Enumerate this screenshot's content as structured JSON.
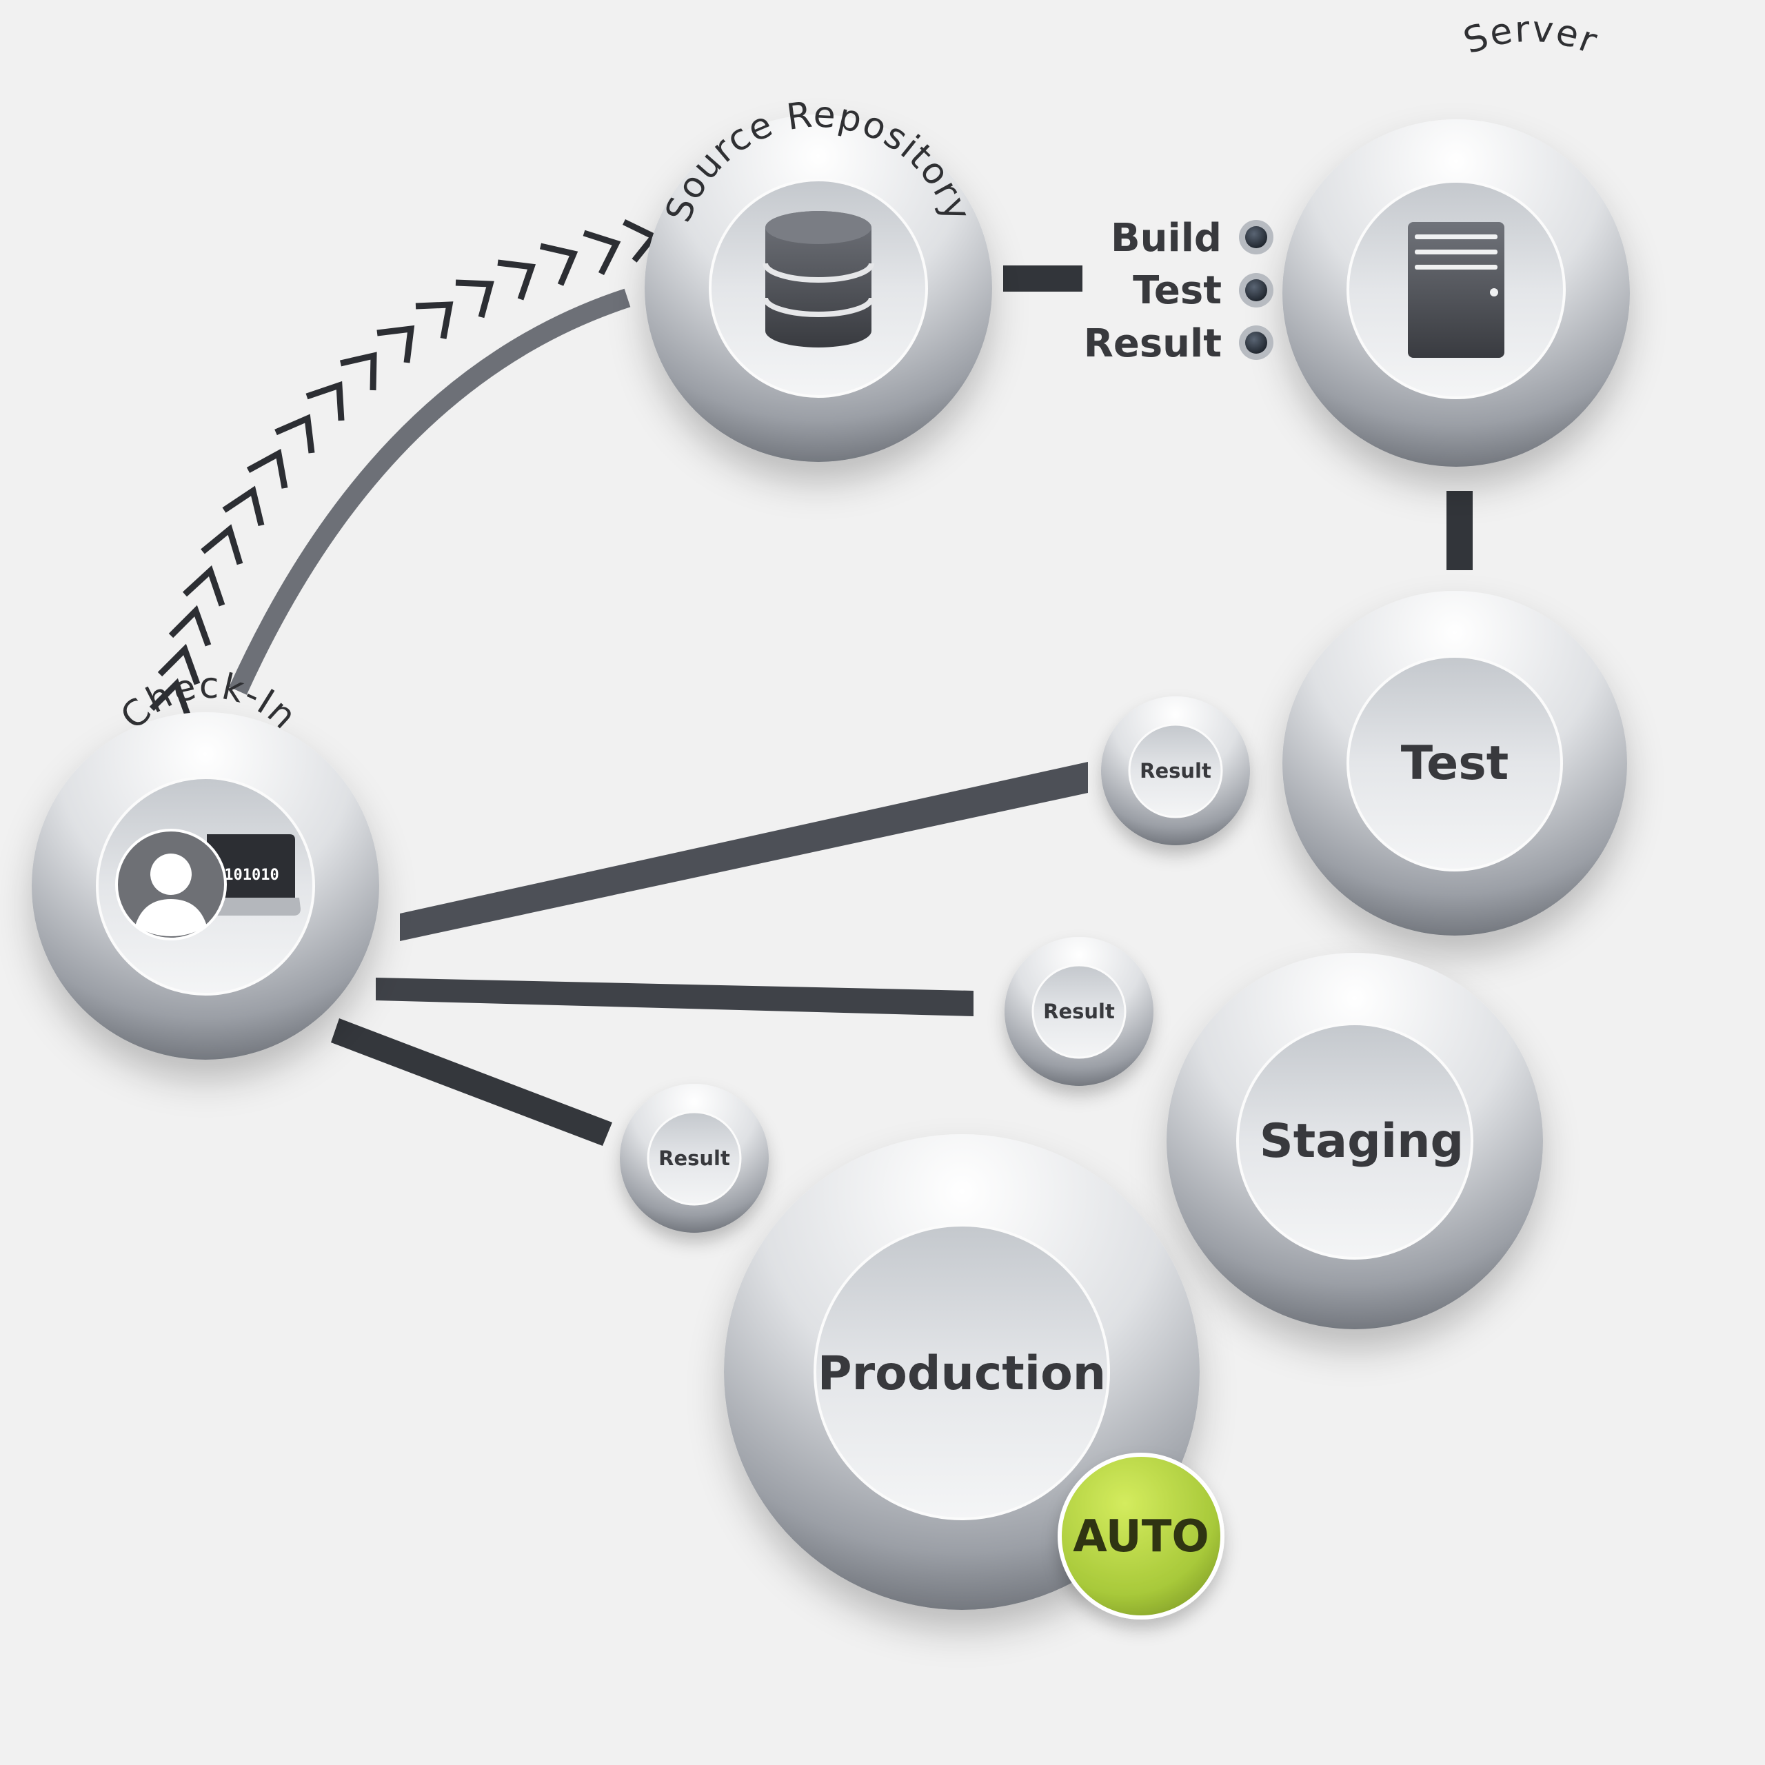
{
  "background": "#f1f1f1",
  "colors": {
    "text": "#38393d",
    "connector_dark": "#2a2c31",
    "connector_light": "#a2a5ad",
    "auto_badge": "#a6c83a",
    "status_dot": "#2c3440"
  },
  "nodes": {
    "check_in": {
      "label": "Check-In",
      "icon": "user-laptop-icon",
      "binary": "101010"
    },
    "source_repository": {
      "label": "Source Repository",
      "icon": "database-icon"
    },
    "server": {
      "label": "Server",
      "icon": "server-tower-icon",
      "steps": [
        "Build",
        "Test",
        "Result"
      ]
    },
    "test": {
      "label": "Test"
    },
    "staging": {
      "label": "Staging"
    },
    "production": {
      "label": "Production",
      "badge": "AUTO"
    }
  },
  "results": [
    "Result",
    "Result",
    "Result"
  ]
}
